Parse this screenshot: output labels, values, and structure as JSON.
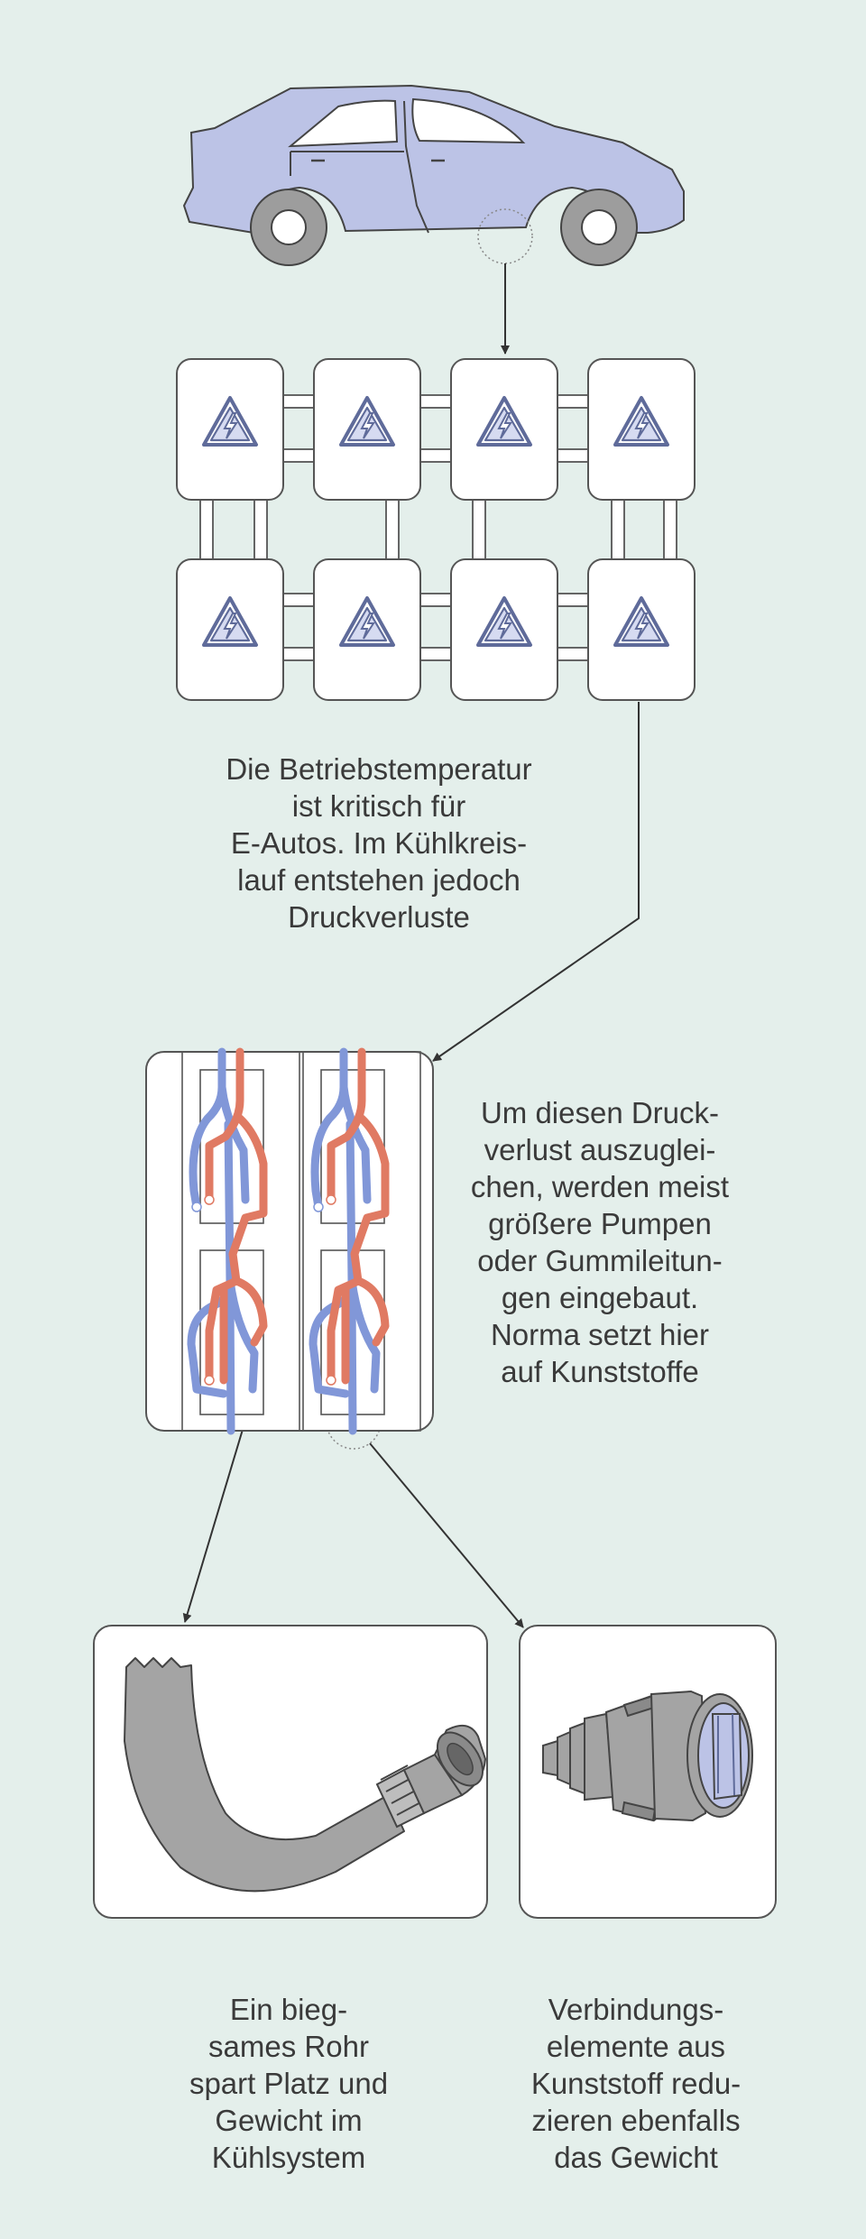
{
  "captions": {
    "operating_temperature": "Die Betriebstemperatur\nist kritisch für\nE-Autos. Im Kühlkreis-\nlauf entstehen jedoch\nDruckverluste",
    "pressure_loss": "Um diesen Druck-\nverlust auszuglei-\nchen, werden meist\ngrößere Pumpen\noder Gummileitun-\ngen eingebaut.\nNorma setzt hier\nauf Kunststoffe",
    "flexible_pipe": "Ein bieg-\nsames Rohr\nspart Platz und\nGewicht im\nKühlsystem",
    "connectors": "Verbindungs-\nelemente aus\nKunststoff redu-\nzieren ebenfalls\ndas Gewicht"
  },
  "icons": {
    "car": "car-icon",
    "battery_cell": "high-voltage-warning-icon",
    "cooling_module": "cooling-circuit-icon",
    "pipe": "bent-pipe-icon",
    "connector": "plastic-connector-icon"
  },
  "colors": {
    "background": "#e4efeb",
    "car_body": "#bcc3e6",
    "warm_coolant": "#e07a63",
    "cold_coolant": "#8197d8",
    "part_grey": "#a4a4a4",
    "connector_accent": "#bcc3e6",
    "outline": "#3f3f3f"
  }
}
